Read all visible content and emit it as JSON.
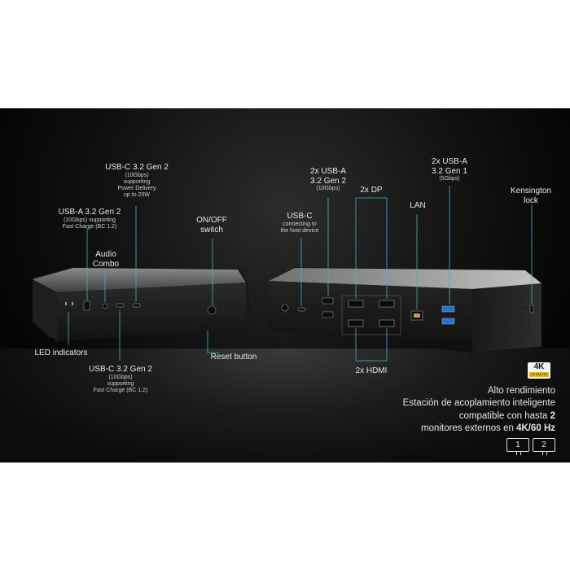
{
  "labels": {
    "usbc_front": {
      "title": "USB-C 3.2 Gen 2",
      "lines": [
        "(10Gbps)",
        "supporting",
        "Power Delivery",
        "up to 20W"
      ]
    },
    "usba_front": {
      "title": "USB-A 3.2 Gen 2",
      "lines": [
        "(10Gbps) supporting",
        "Fast Charge (BC 1.2)"
      ]
    },
    "audio": {
      "title": "Audio",
      "title2": "Combo"
    },
    "onoff": {
      "title": "ON/OFF",
      "title2": "switch"
    },
    "led": {
      "title": "LED indicators"
    },
    "usbc_front_bottom": {
      "title": "USB-C 3.2 Gen 2",
      "lines": [
        "(10Gbps)",
        "supporting",
        "Fast Charge (BC 1.2)"
      ]
    },
    "reset": {
      "title": "Reset button"
    },
    "usbc_host": {
      "title": "USB-C",
      "lines": [
        "connecting to",
        "the host device"
      ]
    },
    "usba_2x_gen2": {
      "title": "2x USB-A",
      "title2": "3.2 Gen 2",
      "lines": [
        "(10Gbps)"
      ]
    },
    "dp": {
      "title": "2x DP"
    },
    "lan": {
      "title": "LAN"
    },
    "usba_2x_gen1": {
      "title": "2x USB-A",
      "title2": "3.2 Gen 1",
      "lines": [
        "(5Gbps)"
      ]
    },
    "kensington": {
      "title": "Kensington",
      "title2": "lock"
    },
    "hdmi": {
      "title": "2x HDMI"
    }
  },
  "badge": {
    "main": "4K",
    "sub": "ULTRA HD"
  },
  "promo": {
    "line1": "Alto rendimiento",
    "line2": "Estación de acoplamiento inteligente",
    "line3_pre": "compatible con hasta ",
    "line3_bold": "2",
    "line4_pre": "monitores externos en ",
    "line4_bold": "4K/60 Hz"
  },
  "monitors": [
    "1",
    "2"
  ],
  "colors": {
    "accent_line": "#3fb6c4",
    "usb3_blue": "#2a6fd6"
  }
}
